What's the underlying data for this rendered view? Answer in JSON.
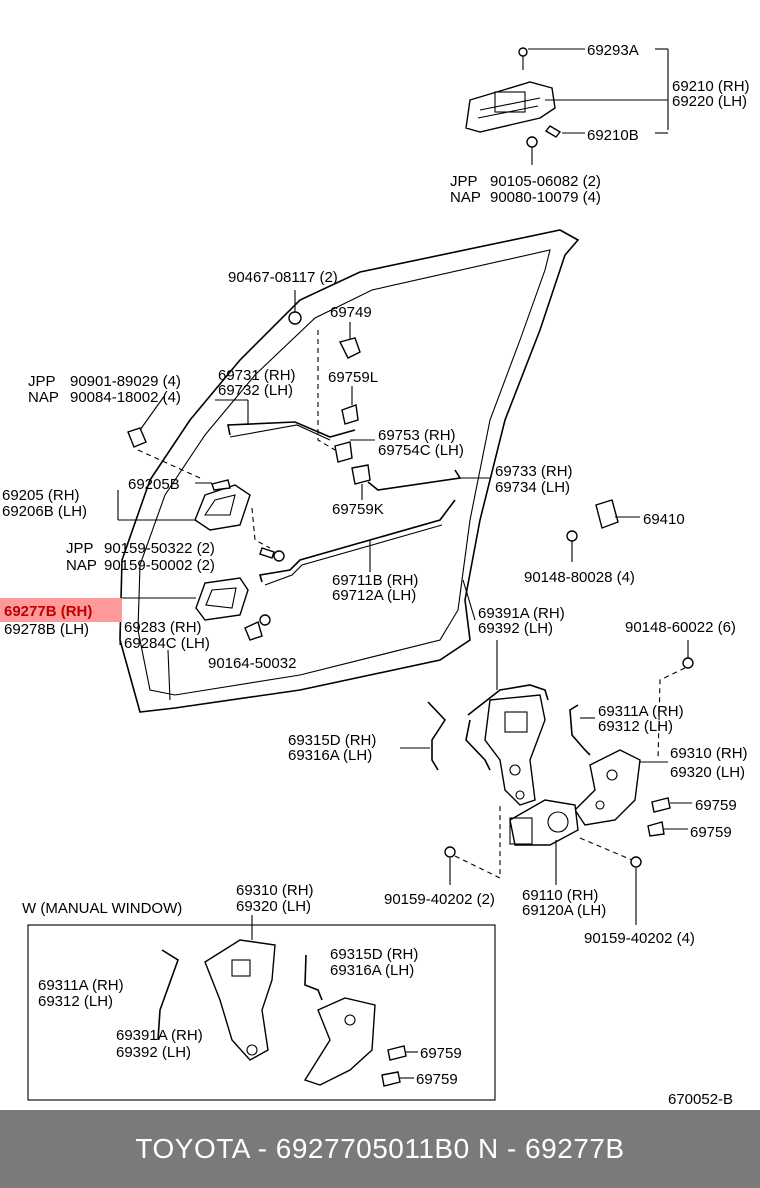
{
  "labels": {
    "p69293a": "69293A",
    "p69210": "69210 (RH)",
    "p69220": "69220 (LH)",
    "p69210b": "69210B",
    "jpp1": "JPP",
    "jpp1num": "90105-06082 (2)",
    "nap1": "NAP",
    "nap1num": "90080-10079 (4)",
    "p90467": "90467-08117 (2)",
    "p69749": "69749",
    "p69759l": "69759L",
    "p69731": "69731 (RH)",
    "p69732": "69732 (LH)",
    "jpp2": "JPP",
    "jpp2num": "90901-89029 (4)",
    "nap2": "NAP",
    "nap2num": "90084-18002 (4)",
    "p69753": "69753  (RH)",
    "p69754c": "69754C (LH)",
    "p69733": "69733 (RH)",
    "p69734": "69734 (LH)",
    "p69205": "69205  (RH)",
    "p69206b": "69206B (LH)",
    "p69205b": "69205B",
    "p69759k": "69759K",
    "p69410": "69410",
    "jpp3": "JPP",
    "jpp3num": "90159-50322 (2)",
    "nap3": "NAP",
    "nap3num": "90159-50002 (2)",
    "p90148a": "90148-80028 (4)",
    "p69711b": "69711B (RH)",
    "p69712a": "69712A (LH)",
    "p69277b": "69277B (RH)",
    "p69278b": "69278B (LH)",
    "p69283": "69283  (RH)",
    "p69284c": "69284C (LH)",
    "p90164": "90164-50032",
    "p69391a": "69391A (RH)",
    "p69392": "69392  (LH)",
    "p90148b": "90148-60022 (6)",
    "p69311a": "69311A (RH)",
    "p69312": "69312  (LH)",
    "p69315d": "69315D (RH)",
    "p69316a": "69316A (LH)",
    "p69310": "69310 (RH)",
    "p69320": "69320 (LH)",
    "p69759a": "69759",
    "p69759b": "69759",
    "p90159a": "90159-40202 (2)",
    "p69110": "69110  (RH)",
    "p69120a": "69120A (LH)",
    "p90159b": "90159-40202 (4)",
    "w69310": "69310 (RH)",
    "w69320": "69320 (LH)",
    "wtitle": "W (MANUAL  WINDOW)",
    "w69315d": "69315D (RH)",
    "w69316a": "69316A (LH)",
    "w69311a": "69311A (RH)",
    "w69312": "69312   (LH)",
    "w69391a": "69391A (RH)",
    "w69392": "69392   (LH)",
    "w69759a": "69759",
    "w69759b": "69759",
    "code": "670052-B"
  },
  "footer": {
    "text": "TOYOTA - 6927705011B0      N - 69277B"
  },
  "colors": {
    "highlight": "#ff9a9a",
    "highlight_text": "#c00000",
    "footer_bg": "#7a7a7a"
  }
}
